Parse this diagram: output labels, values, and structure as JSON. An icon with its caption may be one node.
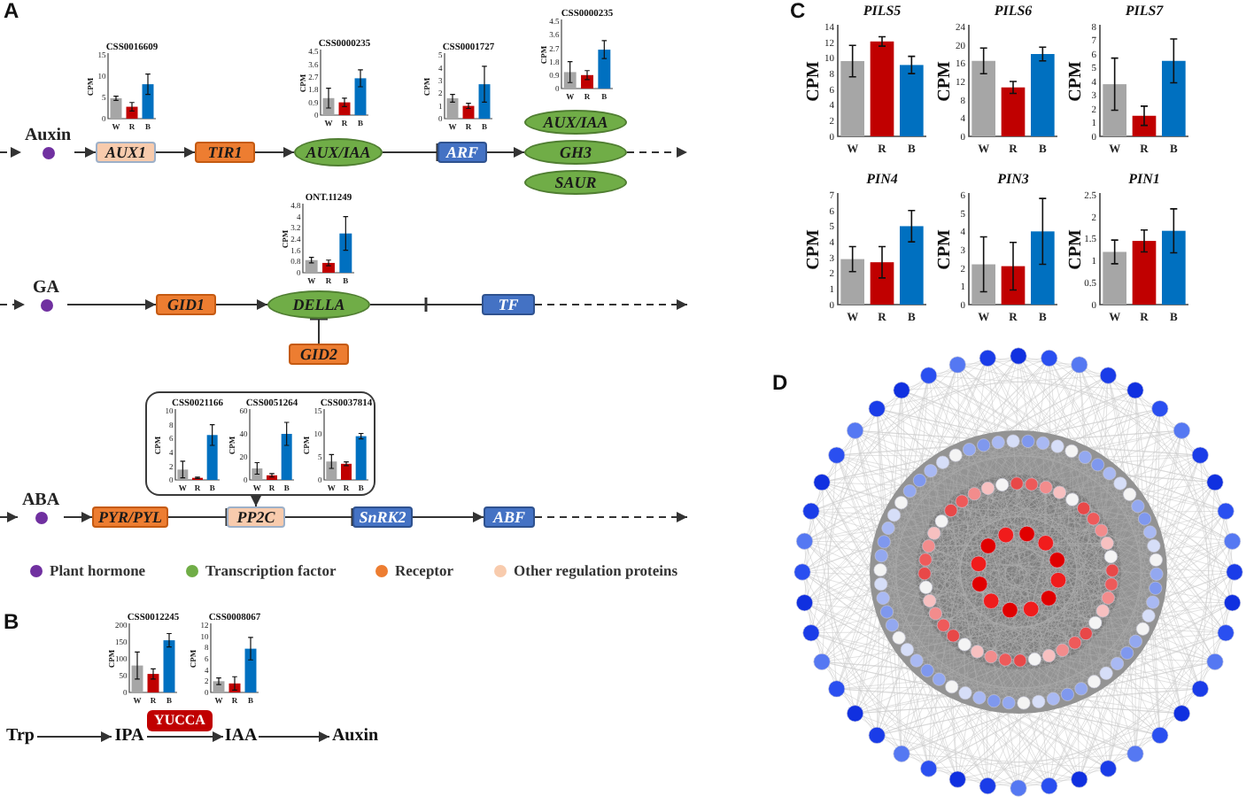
{
  "diagram": {
    "nodes": [
      {
        "text": [
          "Auxin"
        ]
      },
      {
        "text": [
          "AUX1"
        ]
      },
      {
        "text": [
          "TIR1"
        ]
      },
      {
        "text": [
          "AUX/IAA"
        ]
      },
      {
        "text": [
          "ARF"
        ]
      },
      {
        "text": [
          "AUX/IAA"
        ]
      },
      {
        "text": [
          "GH3"
        ]
      },
      {
        "text": [
          "SAUR"
        ]
      },
      {
        "text": [
          "GA"
        ]
      },
      {
        "text": [
          "GID1"
        ]
      },
      {
        "text": [
          "DELLA"
        ]
      },
      {
        "text": [
          "TF"
        ]
      },
      {
        "text": [
          "GID2"
        ]
      },
      {
        "text": [],
        "shape": "box"
      },
      {
        "text": [
          "ABA"
        ]
      },
      {
        "text": [
          "PYR/PYL"
        ]
      },
      {
        "text": [
          "PP2C"
        ]
      },
      {
        "text": [
          "SnRK2"
        ]
      },
      {
        "text": [
          "ABF"
        ]
      },
      {
        "text": [
          "Trp"
        ]
      },
      {
        "text": [
          "IPA"
        ]
      },
      {
        "text": [
          "YUCCA"
        ]
      },
      {
        "text": [
          "IAA"
        ]
      },
      {
        "text": [
          "Auxin"
        ]
      }
    ],
    "edges": [
      {
        "from": null,
        "to": 0,
        "arrow": "to",
        "style": "dashed"
      },
      {
        "from": 0,
        "to": 1,
        "arrow": "to"
      },
      {
        "from": 1,
        "to": 2,
        "arrow": "to"
      },
      {
        "from": 2,
        "to": 3,
        "arrow": "to"
      },
      {
        "from": 3,
        "to": 4,
        "arrow": "other"
      },
      {
        "from": 4,
        "to": 6,
        "arrow": "to"
      },
      {
        "from": 6,
        "to": null,
        "arrow": "to",
        "style": "dashed"
      },
      {
        "from": null,
        "to": 8,
        "arrow": "to",
        "style": "dashed"
      },
      {
        "from": 8,
        "to": 9,
        "arrow": "to"
      },
      {
        "from": 9,
        "to": 10,
        "arrow": "to"
      },
      {
        "from": 10,
        "to": 11,
        "arrow": "none"
      },
      {
        "from": 11,
        "to": null,
        "arrow": "to",
        "style": "dashed"
      },
      {
        "from": 12,
        "to": 10,
        "arrow": "other"
      },
      {
        "from": null,
        "to": 14,
        "arrow": "to",
        "style": "dashed"
      },
      {
        "from": 14,
        "to": 15,
        "arrow": "to"
      },
      {
        "from": 15,
        "to": 16,
        "arrow": "other"
      },
      {
        "from": 16,
        "to": 17,
        "arrow": "other"
      },
      {
        "from": 17,
        "to": 18,
        "arrow": "to"
      },
      {
        "from": 18,
        "to": null,
        "arrow": "to",
        "style": "dashed"
      },
      {
        "from": 13,
        "to": 16,
        "arrow": "to"
      },
      {
        "from": 19,
        "to": 20,
        "arrow": "to"
      },
      {
        "from": 20,
        "to": 22,
        "arrow": "to"
      },
      {
        "from": 22,
        "to": 23,
        "arrow": "to"
      }
    ],
    "labels": [
      "A",
      "C",
      "D",
      "B"
    ],
    "legend": [
      {
        "text": "Plant hormone",
        "color": "#7030a0"
      },
      {
        "text": "Transcription factor",
        "color": "#70ad47"
      },
      {
        "text": "Receptor",
        "color": "#ed7d31"
      },
      {
        "text": "Other regulation proteins",
        "color": "#f8cbad"
      }
    ],
    "chart_data": [
      {
        "type": "bar",
        "title": "CSS0016609",
        "ylabel": "CPM",
        "categories": [
          "W",
          "R",
          "B"
        ],
        "values": [
          4.8,
          2.8,
          8.1
        ],
        "ylim": [
          0,
          15
        ],
        "yticks": [
          0,
          5,
          10,
          15
        ]
      },
      {
        "type": "bar",
        "title": "CSS0000235",
        "ylabel": "CPM",
        "categories": [
          "W",
          "R",
          "B"
        ],
        "values": [
          1.2,
          0.9,
          2.6
        ],
        "ylim": [
          0,
          4.5
        ],
        "yticks": [
          0,
          0.9,
          1.8,
          2.7,
          3.6,
          4.5
        ]
      },
      {
        "type": "bar",
        "title": "CSS0001727",
        "ylabel": "CPM",
        "categories": [
          "W",
          "R",
          "B"
        ],
        "values": [
          1.6,
          1.0,
          2.7
        ],
        "ylim": [
          0,
          5
        ],
        "yticks": [
          0,
          1,
          2,
          3,
          4,
          5
        ]
      },
      {
        "type": "bar",
        "title": "CSS0000235",
        "ylabel": "CPM",
        "categories": [
          "W",
          "R",
          "B"
        ],
        "values": [
          1.1,
          0.9,
          2.6
        ],
        "ylim": [
          0,
          4.5
        ],
        "yticks": [
          0,
          0.9,
          1.8,
          2.7,
          3.6,
          4.5
        ]
      },
      {
        "type": "bar",
        "title": "ONT.11249",
        "ylabel": "CPM",
        "categories": [
          "W",
          "R",
          "B"
        ],
        "values": [
          0.9,
          0.7,
          2.8
        ],
        "ylim": [
          0,
          4.8
        ],
        "yticks": [
          0,
          0.8,
          1.6,
          2.4,
          3.2,
          4,
          4.8
        ]
      },
      {
        "type": "bar",
        "title": "CSS0021166",
        "ylabel": "CPM",
        "categories": [
          "W",
          "R",
          "B"
        ],
        "values": [
          1.5,
          0.3,
          6.5
        ],
        "ylim": [
          0,
          10
        ],
        "yticks": [
          0,
          2,
          4,
          6,
          8,
          10
        ]
      },
      {
        "type": "bar",
        "title": "CSS0051264",
        "ylabel": "CPM",
        "categories": [
          "W",
          "R",
          "B"
        ],
        "values": [
          10,
          4,
          40
        ],
        "ylim": [
          0,
          60
        ],
        "yticks": [
          0,
          20,
          40,
          60
        ]
      },
      {
        "type": "bar",
        "title": "CSS0037814",
        "ylabel": "CPM",
        "categories": [
          "W",
          "R",
          "B"
        ],
        "values": [
          4,
          3.5,
          9.5
        ],
        "ylim": [
          0,
          15
        ],
        "yticks": [
          0,
          5,
          10,
          15
        ]
      },
      {
        "type": "bar",
        "title": "CSS0012245",
        "ylabel": "CPM",
        "categories": [
          "W",
          "R",
          "B"
        ],
        "values": [
          80,
          55,
          155
        ],
        "ylim": [
          0,
          200
        ],
        "yticks": [
          0,
          50,
          100,
          150,
          200
        ]
      },
      {
        "type": "bar",
        "title": "CSS0008067",
        "ylabel": "CPM",
        "categories": [
          "W",
          "R",
          "B"
        ],
        "values": [
          2,
          1.6,
          7.8
        ],
        "ylim": [
          0,
          12
        ],
        "yticks": [
          0,
          2,
          4,
          6,
          8,
          10,
          12
        ]
      },
      {
        "type": "bar",
        "title": "PILS5",
        "ylabel": "CPM",
        "categories": [
          "W",
          "R",
          "B"
        ],
        "values": [
          9.6,
          12.1,
          9.1
        ],
        "ylim": [
          0,
          14
        ],
        "yticks": [
          0,
          2,
          4,
          6,
          8,
          10,
          12,
          14
        ]
      },
      {
        "type": "bar",
        "title": "PILS6",
        "ylabel": "CPM",
        "categories": [
          "W",
          "R",
          "B"
        ],
        "values": [
          16.5,
          10.7,
          18
        ],
        "ylim": [
          0,
          24
        ],
        "yticks": [
          0,
          4,
          8,
          12,
          16,
          20,
          24
        ]
      },
      {
        "type": "bar",
        "title": "PILS7",
        "ylabel": "CPM",
        "categories": [
          "W",
          "R",
          "B"
        ],
        "values": [
          3.8,
          1.5,
          5.5
        ],
        "ylim": [
          0,
          8
        ],
        "yticks": [
          0,
          1,
          2,
          3,
          4,
          5,
          6,
          7,
          8
        ]
      },
      {
        "type": "bar",
        "title": "PIN4",
        "ylabel": "CPM",
        "categories": [
          "W",
          "R",
          "B"
        ],
        "values": [
          2.9,
          2.7,
          5
        ],
        "ylim": [
          0,
          7
        ],
        "yticks": [
          0,
          1,
          2,
          3,
          4,
          5,
          6,
          7
        ]
      },
      {
        "type": "bar",
        "title": "PIN3",
        "ylabel": "CPM",
        "categories": [
          "W",
          "R",
          "B"
        ],
        "values": [
          2.2,
          2.1,
          4
        ],
        "ylim": [
          0,
          6
        ],
        "yticks": [
          0,
          1,
          2,
          3,
          4,
          5,
          6
        ]
      },
      {
        "type": "bar",
        "title": "PIN1",
        "ylabel": "CPM",
        "categories": [
          "W",
          "R",
          "B"
        ],
        "values": [
          1.2,
          1.45,
          1.68
        ],
        "ylim": [
          0,
          2.5
        ],
        "yticks": [
          0,
          0.5,
          1,
          1.5,
          2,
          2.5
        ]
      }
    ]
  }
}
